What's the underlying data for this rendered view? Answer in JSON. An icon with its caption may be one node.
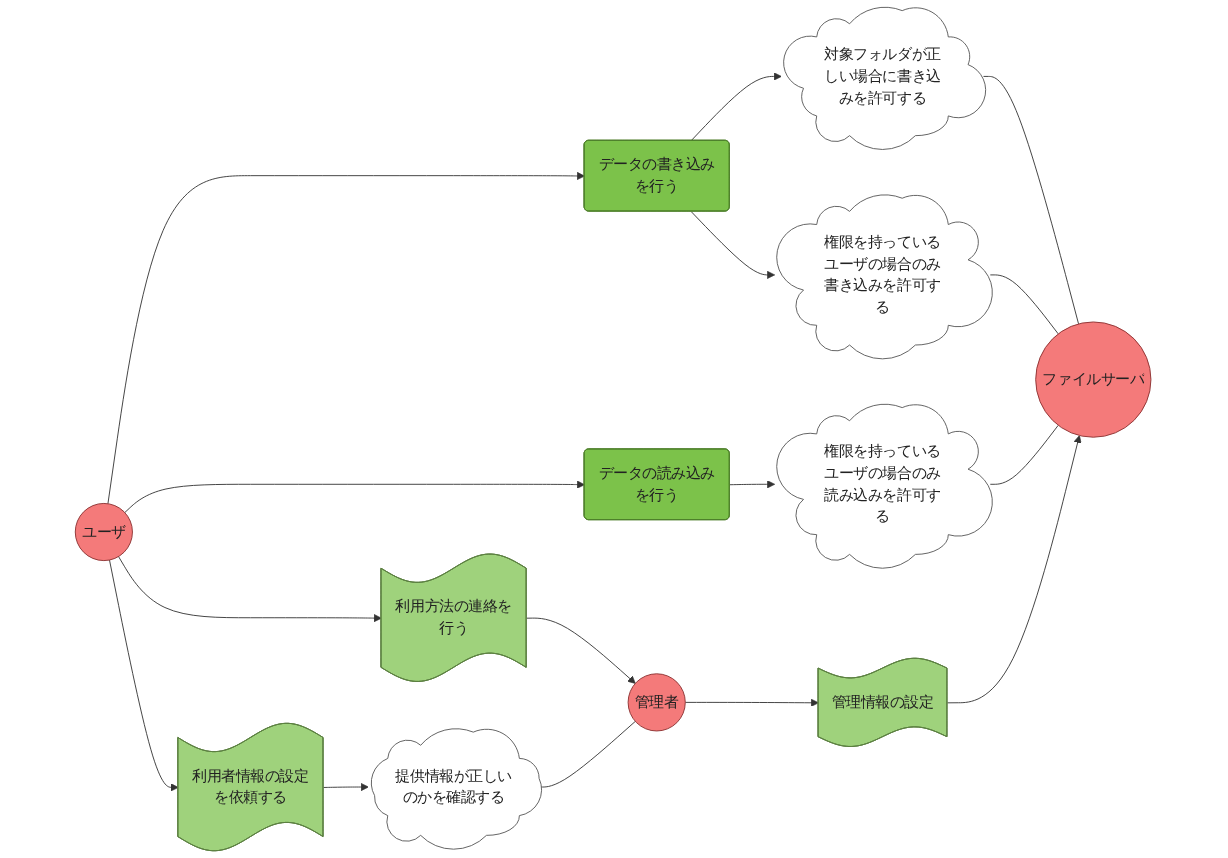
{
  "diagram": {
    "nodes": [
      {
        "text": [
          "ユーザ"
        ]
      },
      {
        "text": [
          "データの書き込みを行う"
        ]
      },
      {
        "text": [
          "データの読み込みを行う"
        ]
      },
      {
        "text": [
          "対象フォルダが正しい場合に書き込みを許可する"
        ]
      },
      {
        "text": [
          "権限を持っているユーザの場合のみ書き込みを許可する"
        ]
      },
      {
        "text": [
          "権限を持っているユーザの場合のみ読み込みを許可する"
        ]
      },
      {
        "text": [
          "ファイルサーバ"
        ]
      },
      {
        "text": [
          "利用方法の連絡を行う"
        ]
      },
      {
        "text": [
          "利用者情報の設定を依頼する"
        ]
      },
      {
        "text": [
          "提供情報が正しいのかを確認する"
        ]
      },
      {
        "text": [
          "管理者"
        ]
      },
      {
        "text": [
          "管理情報の設定"
        ]
      }
    ],
    "edges": [
      {
        "from": 0,
        "to": 1,
        "arrow": "to"
      },
      {
        "from": 1,
        "to": 3,
        "arrow": "to"
      },
      {
        "from": 1,
        "to": 4,
        "arrow": "to"
      },
      {
        "from": 3,
        "to": 6,
        "arrow": "none"
      },
      {
        "from": 4,
        "to": 6,
        "arrow": "none"
      },
      {
        "from": 0,
        "to": 2,
        "arrow": "to"
      },
      {
        "from": 2,
        "to": 5,
        "arrow": "to"
      },
      {
        "from": 5,
        "to": 6,
        "arrow": "none"
      },
      {
        "from": 0,
        "to": 7,
        "arrow": "to"
      },
      {
        "from": 7,
        "to": 10,
        "arrow": "to"
      },
      {
        "from": 0,
        "to": 8,
        "arrow": "to"
      },
      {
        "from": 8,
        "to": 9,
        "arrow": "to"
      },
      {
        "from": 9,
        "to": 10,
        "arrow": "none"
      },
      {
        "from": 10,
        "to": 11,
        "arrow": "to"
      },
      {
        "from": 11,
        "to": 6,
        "arrow": "to"
      }
    ]
  }
}
